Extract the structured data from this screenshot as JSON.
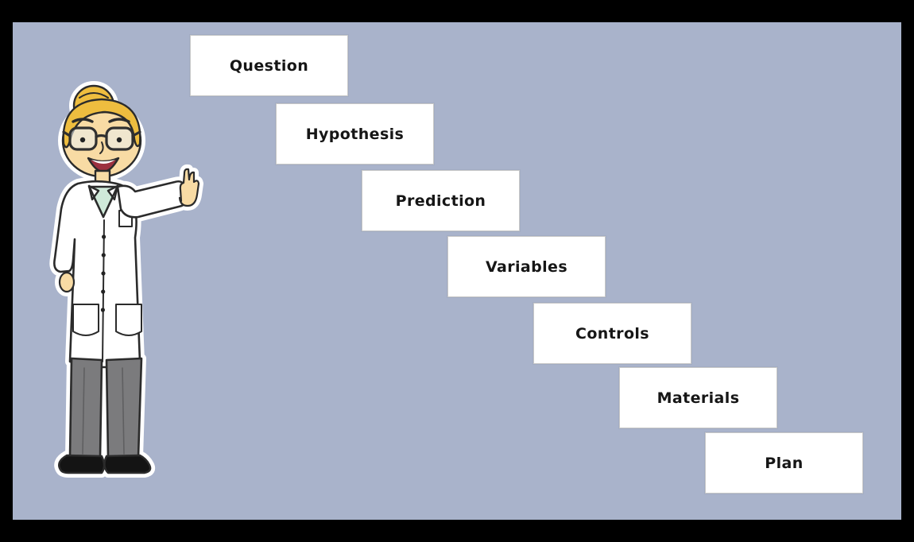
{
  "scene": {
    "frame_color": "#000000",
    "background_color": "#a9b3cb",
    "box_fill": "#ffffff",
    "box_border": "#c8c8c8",
    "text_color": "#161616"
  },
  "steps": [
    {
      "label": "Question"
    },
    {
      "label": "Hypothesis"
    },
    {
      "label": "Prediction"
    },
    {
      "label": "Variables"
    },
    {
      "label": "Controls"
    },
    {
      "label": "Materials"
    },
    {
      "label": "Plan"
    }
  ],
  "character": {
    "alt": "Female scientist in lab coat gesturing toward the steps"
  }
}
